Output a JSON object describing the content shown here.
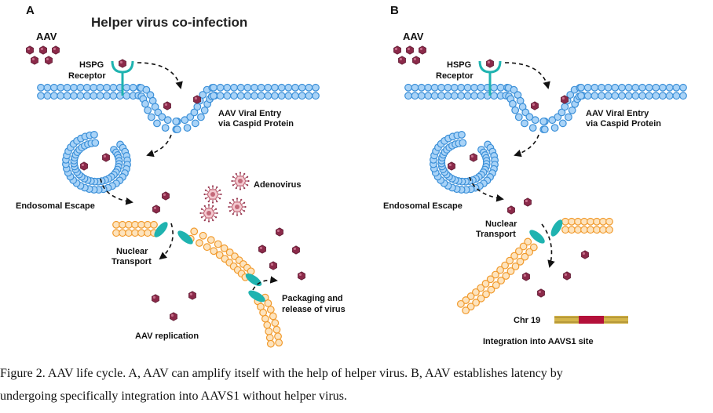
{
  "panel_a": {
    "letter": "A",
    "title": "Helper virus co-infection",
    "aav": "AAV",
    "hspg_line1": "HSPG",
    "hspg_line2": "Receptor",
    "entry_line1": "AAV Viral Entry",
    "entry_line2": "via Caspid Protein",
    "endosomal": "Endosomal Escape",
    "adenovirus": "Adenovirus",
    "nuclear_line1": "Nuclear",
    "nuclear_line2": "Transport",
    "packaging_line1": "Packaging and",
    "packaging_line2": "release of virus",
    "replication": "AAV replication"
  },
  "panel_b": {
    "letter": "B",
    "aav": "AAV",
    "hspg_line1": "HSPG",
    "hspg_line2": "Receptor",
    "entry_line1": "AAV Viral Entry",
    "entry_line2": "via Caspid Protein",
    "endosomal": "Endosomal Escape",
    "nuclear_line1": "Nuclear",
    "nuclear_line2": "Transport",
    "chr": "Chr 19",
    "integration": "Integration into AAVS1 site"
  },
  "caption": {
    "line1": "Figure 2. AAV life cycle. A, AAV can amplify itself with the help of helper virus. B, AAV establishes latency by",
    "line2": "undergoing specifically integration into AAVS1 without helper virus."
  },
  "colors": {
    "membrane_blue": "#3a8fd8",
    "membrane_fill": "#a9d3f7",
    "nucleus_orange": "#f19a2c",
    "nucleus_fill": "#fde3bd",
    "pore_teal": "#1fb3b0",
    "virus_red": "#8b2a4a",
    "adeno_red": "#c46a7a",
    "chromosome_yellow": "#d4b54a",
    "aavs1_red": "#b4103a"
  }
}
